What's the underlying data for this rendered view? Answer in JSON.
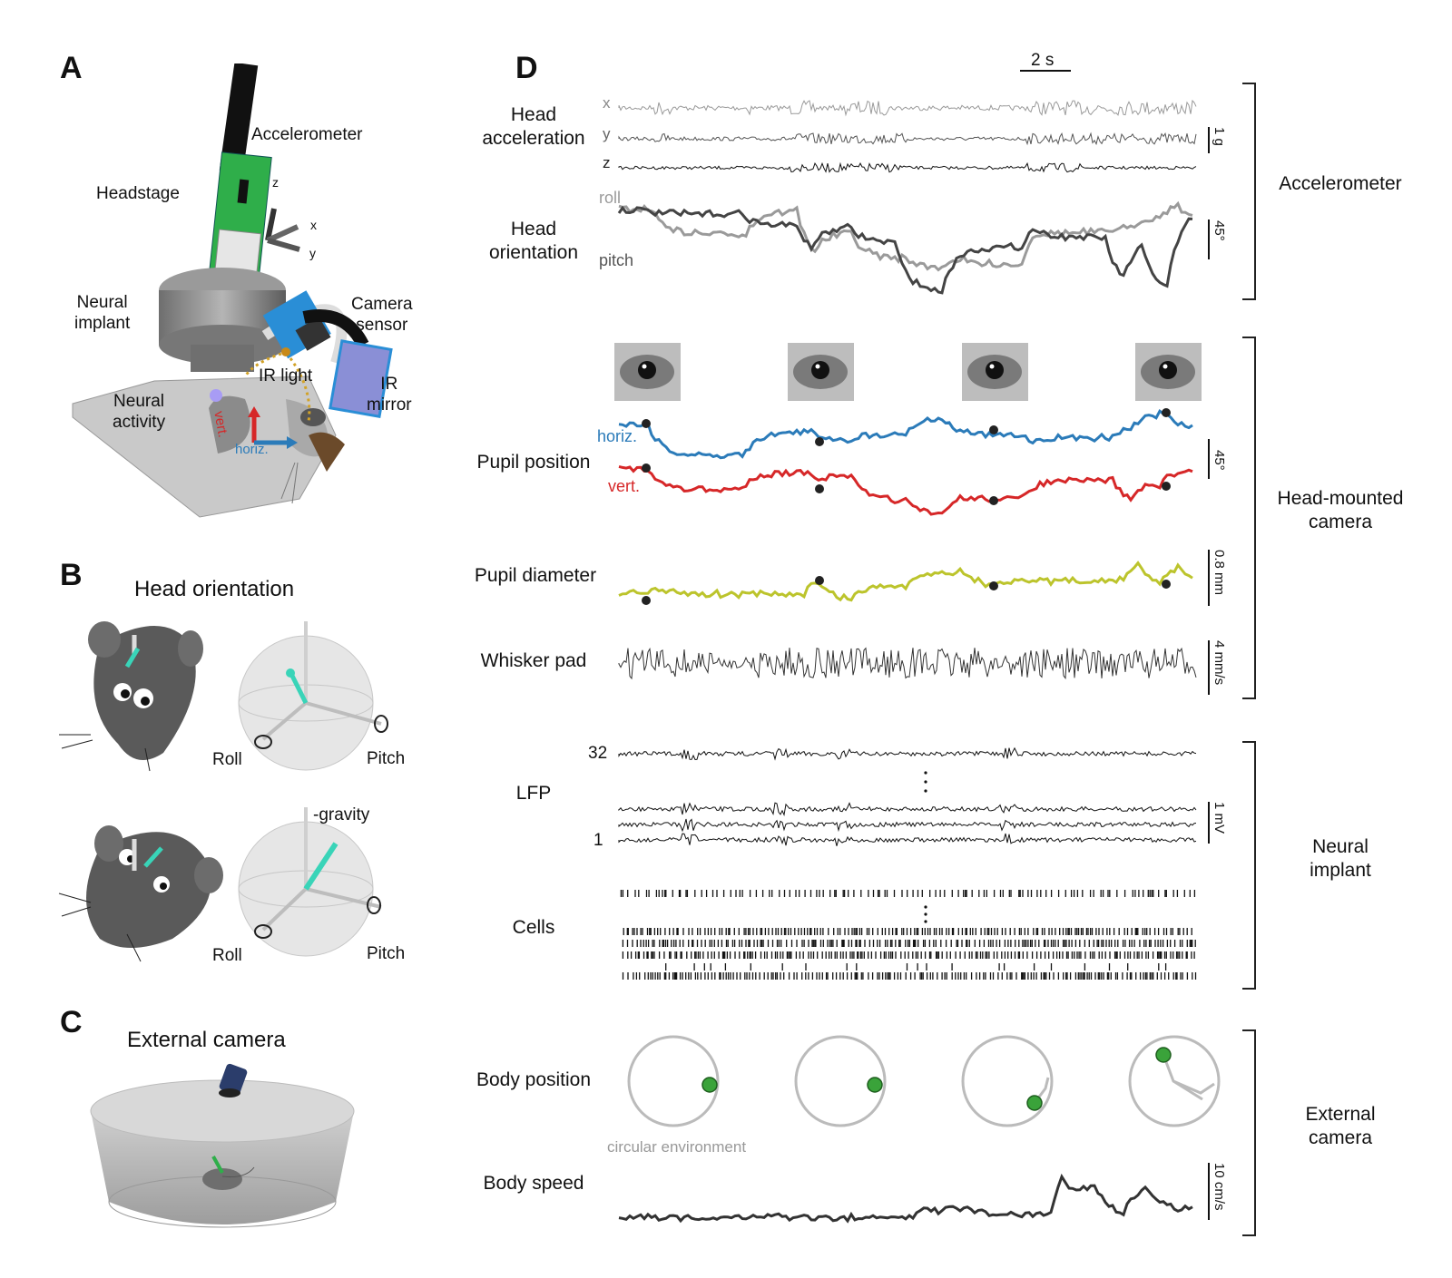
{
  "panels": {
    "A": "A",
    "B": "B",
    "C": "C",
    "D": "D"
  },
  "panelA": {
    "accelerometer": "Accelerometer",
    "headstage": "Headstage",
    "neural_implant": "Neural\nimplant",
    "camera_sensor": "Camera\nsensor",
    "ir_light": "IR light",
    "ir_mirror": "IR\nmirror",
    "neural_activity": "Neural\nactivity",
    "vert": "vert.",
    "horiz": "horiz.",
    "axis_x": "x",
    "axis_y": "y",
    "axis_z": "z"
  },
  "panelB": {
    "title": "Head orientation",
    "roll": "Roll",
    "pitch": "Pitch",
    "gravity": "-gravity"
  },
  "panelC": {
    "title": "External camera"
  },
  "panelD": {
    "time_scale": "2 s",
    "head_acceleration": "Head\nacceleration",
    "acc_x": "x",
    "acc_y": "y",
    "acc_z": "z",
    "acc_scale": "1 g",
    "head_orientation": "Head\norientation",
    "roll": "roll",
    "pitch": "pitch",
    "orient_scale": "45°",
    "pupil_position": "Pupil position",
    "horiz": "horiz.",
    "vert": "vert.",
    "pupil_scale": "45°",
    "pupil_diameter": "Pupil diameter",
    "diameter_scale": "0.8 mm",
    "whisker_pad": "Whisker pad",
    "whisker_scale": "4 mm/s",
    "lfp": "LFP",
    "lfp_top": "32",
    "lfp_bottom": "1",
    "lfp_scale": "1 mV",
    "cells": "Cells",
    "body_position": "Body position",
    "circular_environment": "circular environment",
    "body_speed": "Body speed",
    "speed_scale": "10 cm/s"
  },
  "groups": {
    "accelerometer": "Accelerometer",
    "head_camera": "Head-mounted\ncamera",
    "neural_implant": "Neural\nimplant",
    "external_camera": "External\ncamera"
  },
  "colors": {
    "horiz": "#2b7bb9",
    "vert": "#d62728",
    "diameter": "#bcc42c",
    "roll": "#9a9a9a",
    "pitch": "#444444",
    "pcb": "#2fae4a",
    "camera_blue": "#2a8ed6",
    "teal": "#39d4b8",
    "green_dot": "#3aa33a"
  },
  "chart_data": {
    "type": "line",
    "duration_s": 24,
    "series": [
      {
        "name": "x",
        "kind": "noise"
      },
      {
        "name": "y",
        "kind": "noise"
      },
      {
        "name": "z",
        "kind": "noise"
      },
      {
        "name": "roll",
        "kind": "step"
      },
      {
        "name": "pitch",
        "kind": "step"
      },
      {
        "name": "horiz.",
        "kind": "step"
      },
      {
        "name": "vert.",
        "kind": "step"
      },
      {
        "name": "Pupil diameter",
        "kind": "step"
      },
      {
        "name": "Whisker pad",
        "kind": "noise"
      },
      {
        "name": "LFP",
        "kind": "noise",
        "channels": 32
      },
      {
        "name": "Cells",
        "kind": "raster"
      },
      {
        "name": "Body speed",
        "kind": "line"
      }
    ]
  }
}
